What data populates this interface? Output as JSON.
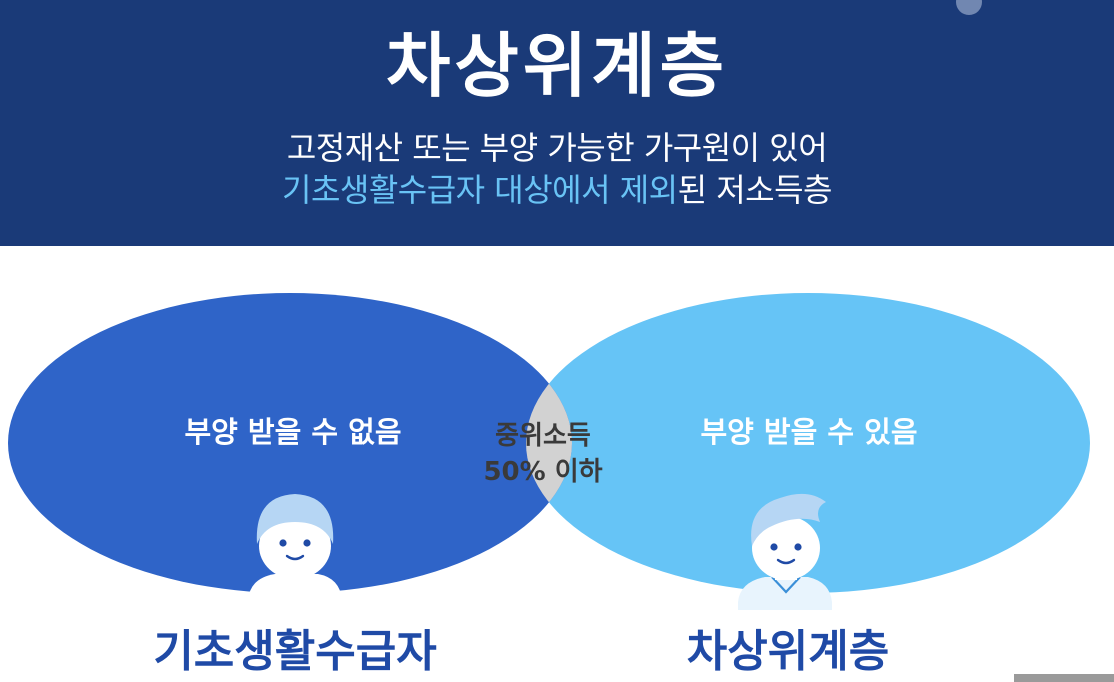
{
  "header": {
    "title": "차상위계층",
    "line1": "고정재산 또는 부양 가능한 가구원이 있어",
    "line2_highlight": "기초생활수급자 대상에서 제외",
    "line2_rest": "된 저소득층"
  },
  "logo": {
    "text": ""
  },
  "venn": {
    "left": {
      "text": "부양 받을 수 없음",
      "label": "기초생활수급자",
      "color": "#2f64c8"
    },
    "right": {
      "text": "부양 받을 수 있음",
      "label": "차상위계층",
      "color": "#66c4f6"
    },
    "overlap": {
      "line1": "중위소득",
      "line2": "50% 이하",
      "color": "#d2d2d2"
    }
  }
}
